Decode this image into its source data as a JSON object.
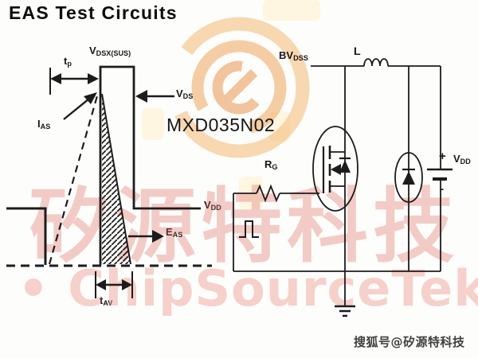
{
  "title": "EAS Test Circuits",
  "part_number": "MXD035N02",
  "waveform": {
    "labels": {
      "tp": {
        "main": "t",
        "sub": "p"
      },
      "vdsx_sus": {
        "main": "V",
        "sub": "DSX(SUS)"
      },
      "vds": {
        "main": "V",
        "sub": "DS"
      },
      "ias": {
        "main": "I",
        "sub": "AS"
      },
      "vdd": {
        "main": "V",
        "sub": "DD"
      },
      "eas": {
        "main": "E",
        "sub": "AS"
      },
      "tav": {
        "main": "t",
        "sub": "AV"
      }
    }
  },
  "circuit": {
    "labels": {
      "bvdss": {
        "main": "BV",
        "sub": "DSS"
      },
      "inductor": "L",
      "rg": {
        "main": "R",
        "sub": "G"
      },
      "battery_plus": "+",
      "battery_minus": "-",
      "vdd": {
        "main": "V",
        "sub": "DD"
      }
    }
  },
  "watermark": {
    "cn_text": "矽源特科技",
    "en_text": "• ChipSourceTek •",
    "pink_color": "#e0655c",
    "orange_color": "#f09a50"
  },
  "footer": {
    "sohu_tag": "搜狐号@矽源特科技"
  }
}
